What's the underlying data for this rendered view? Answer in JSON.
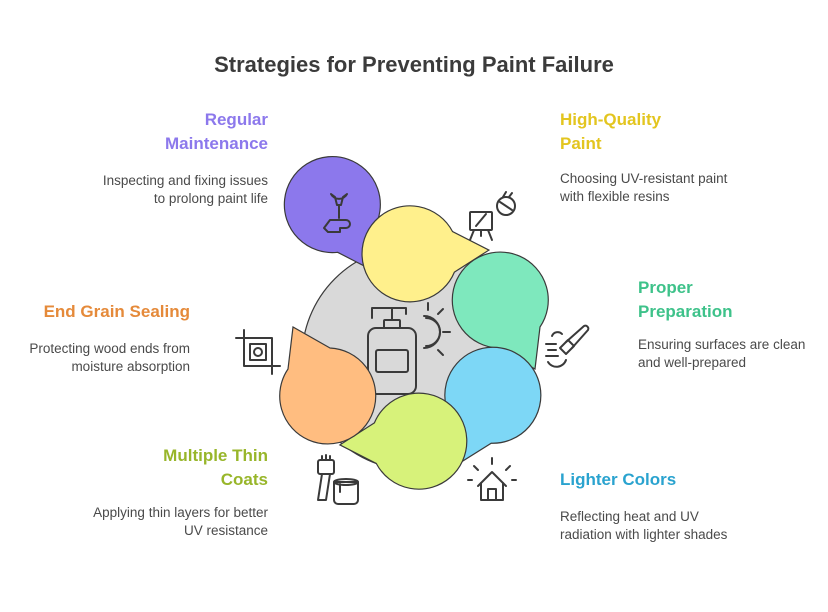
{
  "title": "Strategies for Preventing Paint Failure",
  "center_icon": "paint-bottle-sun-icon",
  "items": [
    {
      "key": "regular-maintenance",
      "title": "Regular Maintenance",
      "description": "Inspecting and fixing issues to prolong paint life",
      "color": "#8c78ec",
      "accent": "#8c78ec",
      "icon": "wrench-hand-icon"
    },
    {
      "key": "high-quality-paint",
      "title": "High-Quality Paint",
      "description": "Choosing UV-resistant paint with flexible resins",
      "color": "#fff08c",
      "accent": "#e3c51f",
      "icon": "paint-easel-icon"
    },
    {
      "key": "proper-preparation",
      "title": "Proper Preparation",
      "description": "Ensuring surfaces are clean and well-prepared",
      "color": "#7ee8bd",
      "accent": "#3ec28a",
      "icon": "brush-scrub-icon"
    },
    {
      "key": "lighter-colors",
      "title": "Lighter Colors",
      "description": "Reflecting heat and UV radiation with lighter shades",
      "color": "#7dd7f6",
      "accent": "#2aa3cf",
      "icon": "house-sun-icon"
    },
    {
      "key": "multiple-thin-coats",
      "title": "Multiple Thin Coats",
      "description": "Applying thin layers for better UV resistance",
      "color": "#d7f27a",
      "accent": "#98b62a",
      "icon": "brush-can-icon"
    },
    {
      "key": "end-grain-sealing",
      "title": "End Grain Sealing",
      "description": "Protecting wood ends from moisture absorption",
      "color": "#ffbd80",
      "accent": "#e58a3a",
      "icon": "crop-frame-icon"
    }
  ]
}
